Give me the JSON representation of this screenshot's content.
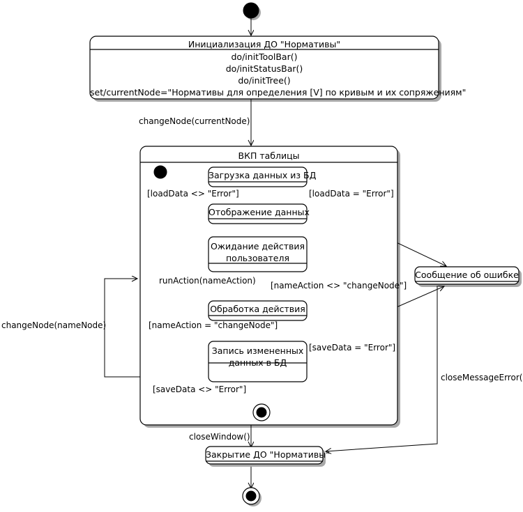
{
  "diagram": {
    "type": "uml-state-machine",
    "language": "ru",
    "title_text": "",
    "colors": {
      "stroke": "#000000",
      "fill": "#ffffff",
      "shadow": "#a0a0a0",
      "text": "#000000"
    }
  },
  "states": {
    "start_initial": {
      "name": "initial-pseudostate",
      "label": ""
    },
    "initialization": {
      "title": "Инициализация ДО \"Нормативы\"",
      "actions": [
        "do/initToolBar()",
        "do/initStatusBar()",
        "do/initTree()",
        "set/currentNode=\"Нормативы для определения [V] по кривым и их сопряжениям\""
      ]
    },
    "composite": {
      "title": "ВКП таблицы"
    },
    "load_data": {
      "title": "Загрузка данных из БД"
    },
    "display_data": {
      "title": "Отображение данных"
    },
    "wait_user": {
      "title": "Ожидание действия пользователя",
      "lines": [
        "Ожидание действия",
        "пользователя"
      ]
    },
    "process_action": {
      "title": "Обработка действия"
    },
    "save_data": {
      "title": "Запись измененных данных в БД",
      "lines": [
        "Запись измененных",
        "данных в БД"
      ]
    },
    "error_message": {
      "title": "Сообщение об ошибке"
    },
    "closing": {
      "title": "Закрытие ДО \"Нормативы\""
    },
    "inner_final": {
      "name": "inner-final-state",
      "label": ""
    },
    "outer_final": {
      "name": "outer-final-state",
      "label": ""
    }
  },
  "transitions": [
    {
      "id": "t_start_init",
      "label": ""
    },
    {
      "id": "t_init_composite",
      "label": "changeNode(currentNode)"
    },
    {
      "id": "t_initial_load",
      "label": ""
    },
    {
      "id": "t_load_display",
      "label": "[loadData <> \"Error\"]"
    },
    {
      "id": "t_load_error",
      "label": "[loadData = \"Error\"]"
    },
    {
      "id": "t_display_wait",
      "label": ""
    },
    {
      "id": "t_wait_process",
      "label": "runAction(nameAction)"
    },
    {
      "id": "t_process_wait",
      "label": "[nameAction <> \"changeNode\"]"
    },
    {
      "id": "t_process_save",
      "label": "[nameAction = \"changeNode\"]"
    },
    {
      "id": "t_save_error",
      "label": "[saveData = \"Error\"]"
    },
    {
      "id": "t_save_final",
      "label": "[saveData <> \"Error\"]"
    },
    {
      "id": "t_loop_changenode",
      "label": "changeNode(nameNode)"
    },
    {
      "id": "t_composite_closing",
      "label": "closeWindow()"
    },
    {
      "id": "t_error_closing",
      "label": "closeMessageError()"
    },
    {
      "id": "t_closing_final",
      "label": ""
    }
  ]
}
